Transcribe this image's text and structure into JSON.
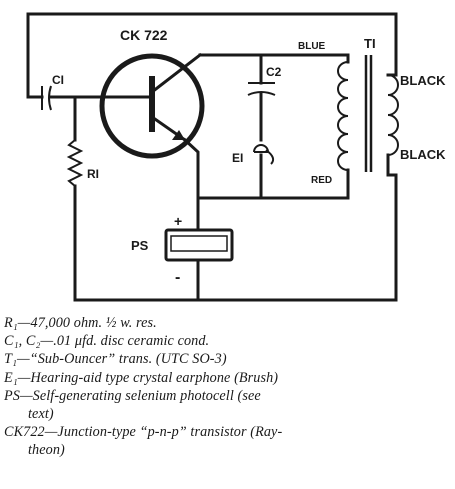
{
  "labels": {
    "transistor": "CK 722",
    "c1": "CI",
    "r1": "RI",
    "c2": "C2",
    "e1": "EI",
    "t1": "TI",
    "ps": "PS",
    "plus": "+",
    "minus": "-",
    "blue": "BLUE",
    "red": "RED",
    "black_top": "BLACK",
    "black_bottom": "BLACK"
  },
  "parts_list": [
    {
      "id": "R1",
      "text": "R₁—47,000 ohm. ½ w. res."
    },
    {
      "id": "C1-C2",
      "text": "C₁, C₂—.01 μfd. disc ceramic cond."
    },
    {
      "id": "T1",
      "text": "T₁—“Sub-Ouncer” trans. (UTC SO-3)"
    },
    {
      "id": "E1",
      "text": "E₁—Hearing-aid type crystal earphone (Brush)"
    },
    {
      "id": "PS",
      "text": "PS—Self-generating selenium photocell (see",
      "cont": "text)"
    },
    {
      "id": "CK722",
      "text": "CK722—Junction-type “p-n-p” transistor (Ray-",
      "cont": "theon)"
    }
  ]
}
